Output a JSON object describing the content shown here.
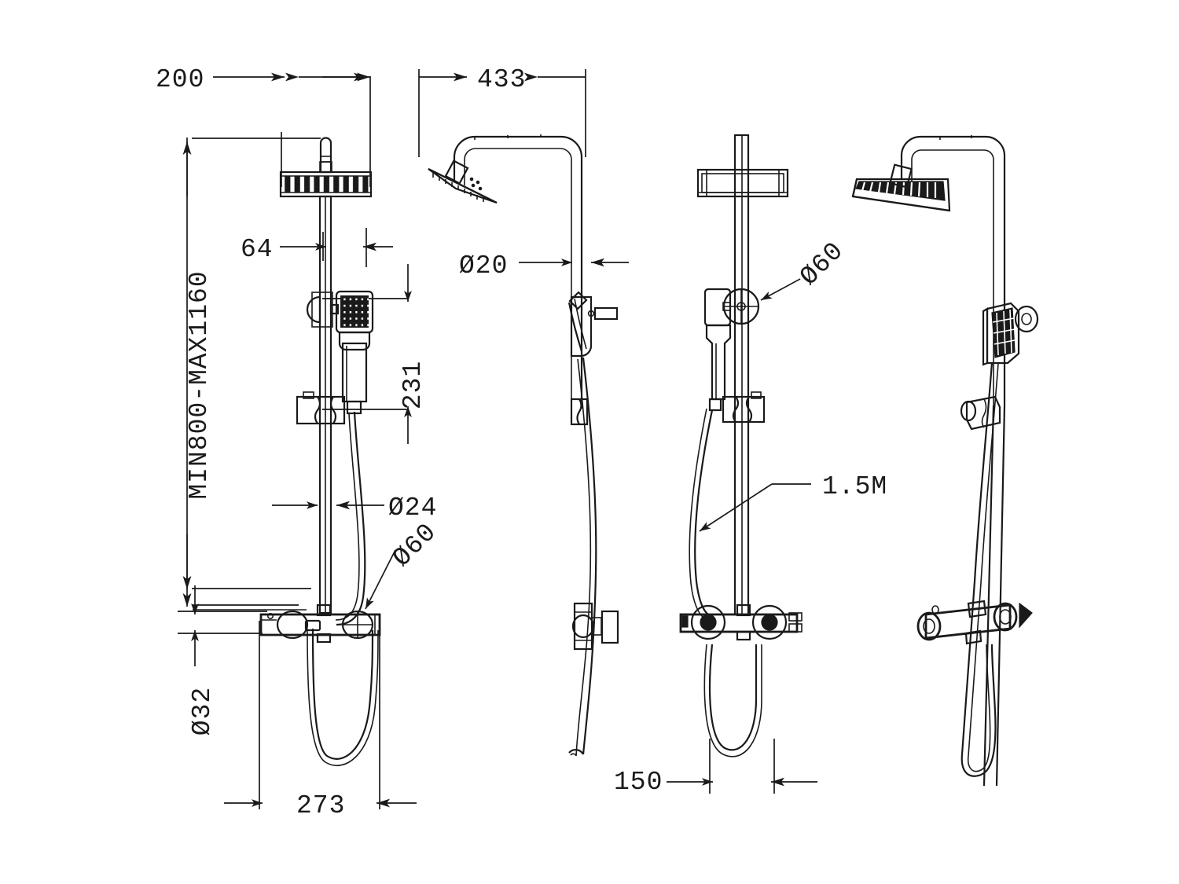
{
  "drawing": {
    "title": "Thermostatic shower column technical drawing",
    "background_color": "#ffffff",
    "line_color": "#1a1a1a",
    "views": [
      {
        "id": "view-1",
        "name": "front-elevation"
      },
      {
        "id": "view-2",
        "name": "side-elevation"
      },
      {
        "id": "view-3",
        "name": "rear-elevation"
      },
      {
        "id": "view-4",
        "name": "perspective-view"
      }
    ]
  },
  "dimensions": {
    "top_width": "200",
    "arm_reach": "433",
    "riser_offset": "64",
    "handset_height": "231",
    "arm_diameter": "Ø20",
    "riser_diameter": "Ø24",
    "valve_diameter_left": "Ø60",
    "valve_diameter_right": "Ø60",
    "body_diameter": "Ø32",
    "overall_height_range": "MIN800-MAX1160",
    "base_width": "273",
    "centre_offset": "150",
    "hose_length": "1.5M"
  }
}
